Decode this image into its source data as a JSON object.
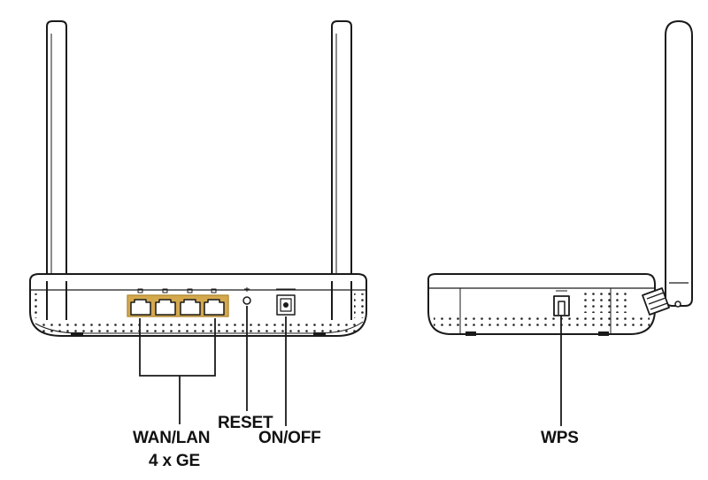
{
  "callouts": {
    "wan_lan": "WAN/LAN",
    "port_count": "4 x GE",
    "reset": "RESET",
    "on_off": "ON/OFF",
    "wps": "WPS"
  },
  "colors": {
    "outline": "#1a1a1a",
    "port_highlight": "#d4a94e",
    "body_fill": "#ffffff"
  },
  "views": {
    "rear": {
      "antenna_count": 2,
      "lan_ports": 4
    },
    "side": {
      "antenna_count": 1
    }
  }
}
